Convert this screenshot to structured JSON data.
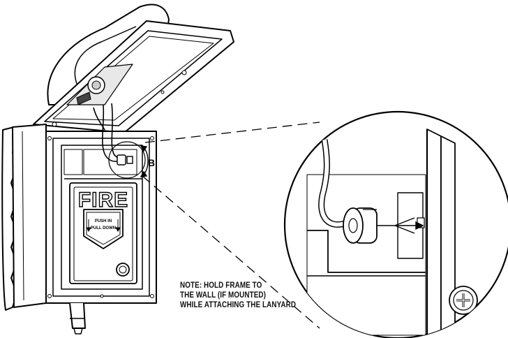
{
  "callout": {
    "label": "B"
  },
  "station": {
    "fire_label": "FIRE",
    "handle_line1": "PUSH IN",
    "handle_line2": "PULL DOWN"
  },
  "note": {
    "label": "NOTE",
    "line1_rest": ": HOLD FRAME TO",
    "line2": "THE WALL (IF MOUNTED)",
    "line3": "WHILE ATTACHING THE LANYARD"
  },
  "colors": {
    "line": "#000000",
    "fill": "#ffffff",
    "shade": "#d9d9d9",
    "dark": "#555555"
  }
}
